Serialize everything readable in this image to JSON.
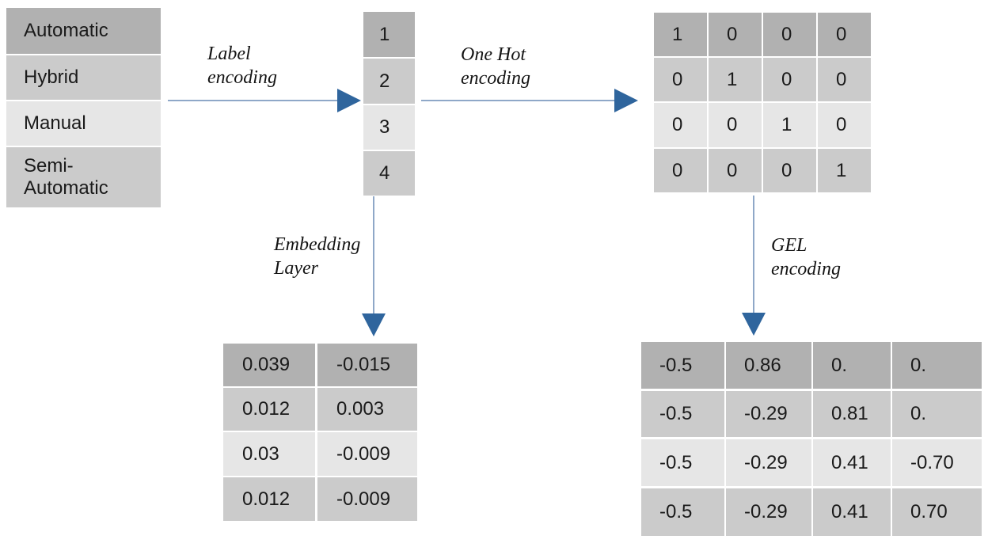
{
  "palette": {
    "row_colors": [
      "#b1b1b1",
      "#cbcbcb",
      "#e6e6e6",
      "#cbcbcb"
    ],
    "arrow_line": "#8fa8c8",
    "arrow_head": "#2f659d",
    "cell_text": "#1a1a1a"
  },
  "categories_table": {
    "rows": [
      "Automatic",
      "Hybrid",
      "Manual",
      "Semi-\nAutomatic"
    ]
  },
  "label_encoded_column": {
    "rows": [
      "1",
      "2",
      "3",
      "4"
    ]
  },
  "onehot_table": {
    "rows": [
      [
        "1",
        "0",
        "0",
        "0"
      ],
      [
        "0",
        "1",
        "0",
        "0"
      ],
      [
        "0",
        "0",
        "1",
        "0"
      ],
      [
        "0",
        "0",
        "0",
        "1"
      ]
    ]
  },
  "embedding_table": {
    "rows": [
      [
        "0.039",
        "-0.015"
      ],
      [
        "0.012",
        "0.003"
      ],
      [
        "0.03",
        "-0.009"
      ],
      [
        "0.012",
        "-0.009"
      ]
    ]
  },
  "gel_table": {
    "rows": [
      [
        "-0.5",
        "0.86",
        "0.",
        "0."
      ],
      [
        "-0.5",
        "-0.29",
        "0.81",
        "0."
      ],
      [
        "-0.5",
        "-0.29",
        "0.41",
        "-0.70"
      ],
      [
        "-0.5",
        "-0.29",
        "0.41",
        "0.70"
      ]
    ]
  },
  "labels": {
    "label_encoding": "Label\nencoding",
    "onehot_encoding": "One Hot\nencoding",
    "embedding_layer": "Embedding\nLayer",
    "gel_encoding": "GEL\nencoding"
  }
}
